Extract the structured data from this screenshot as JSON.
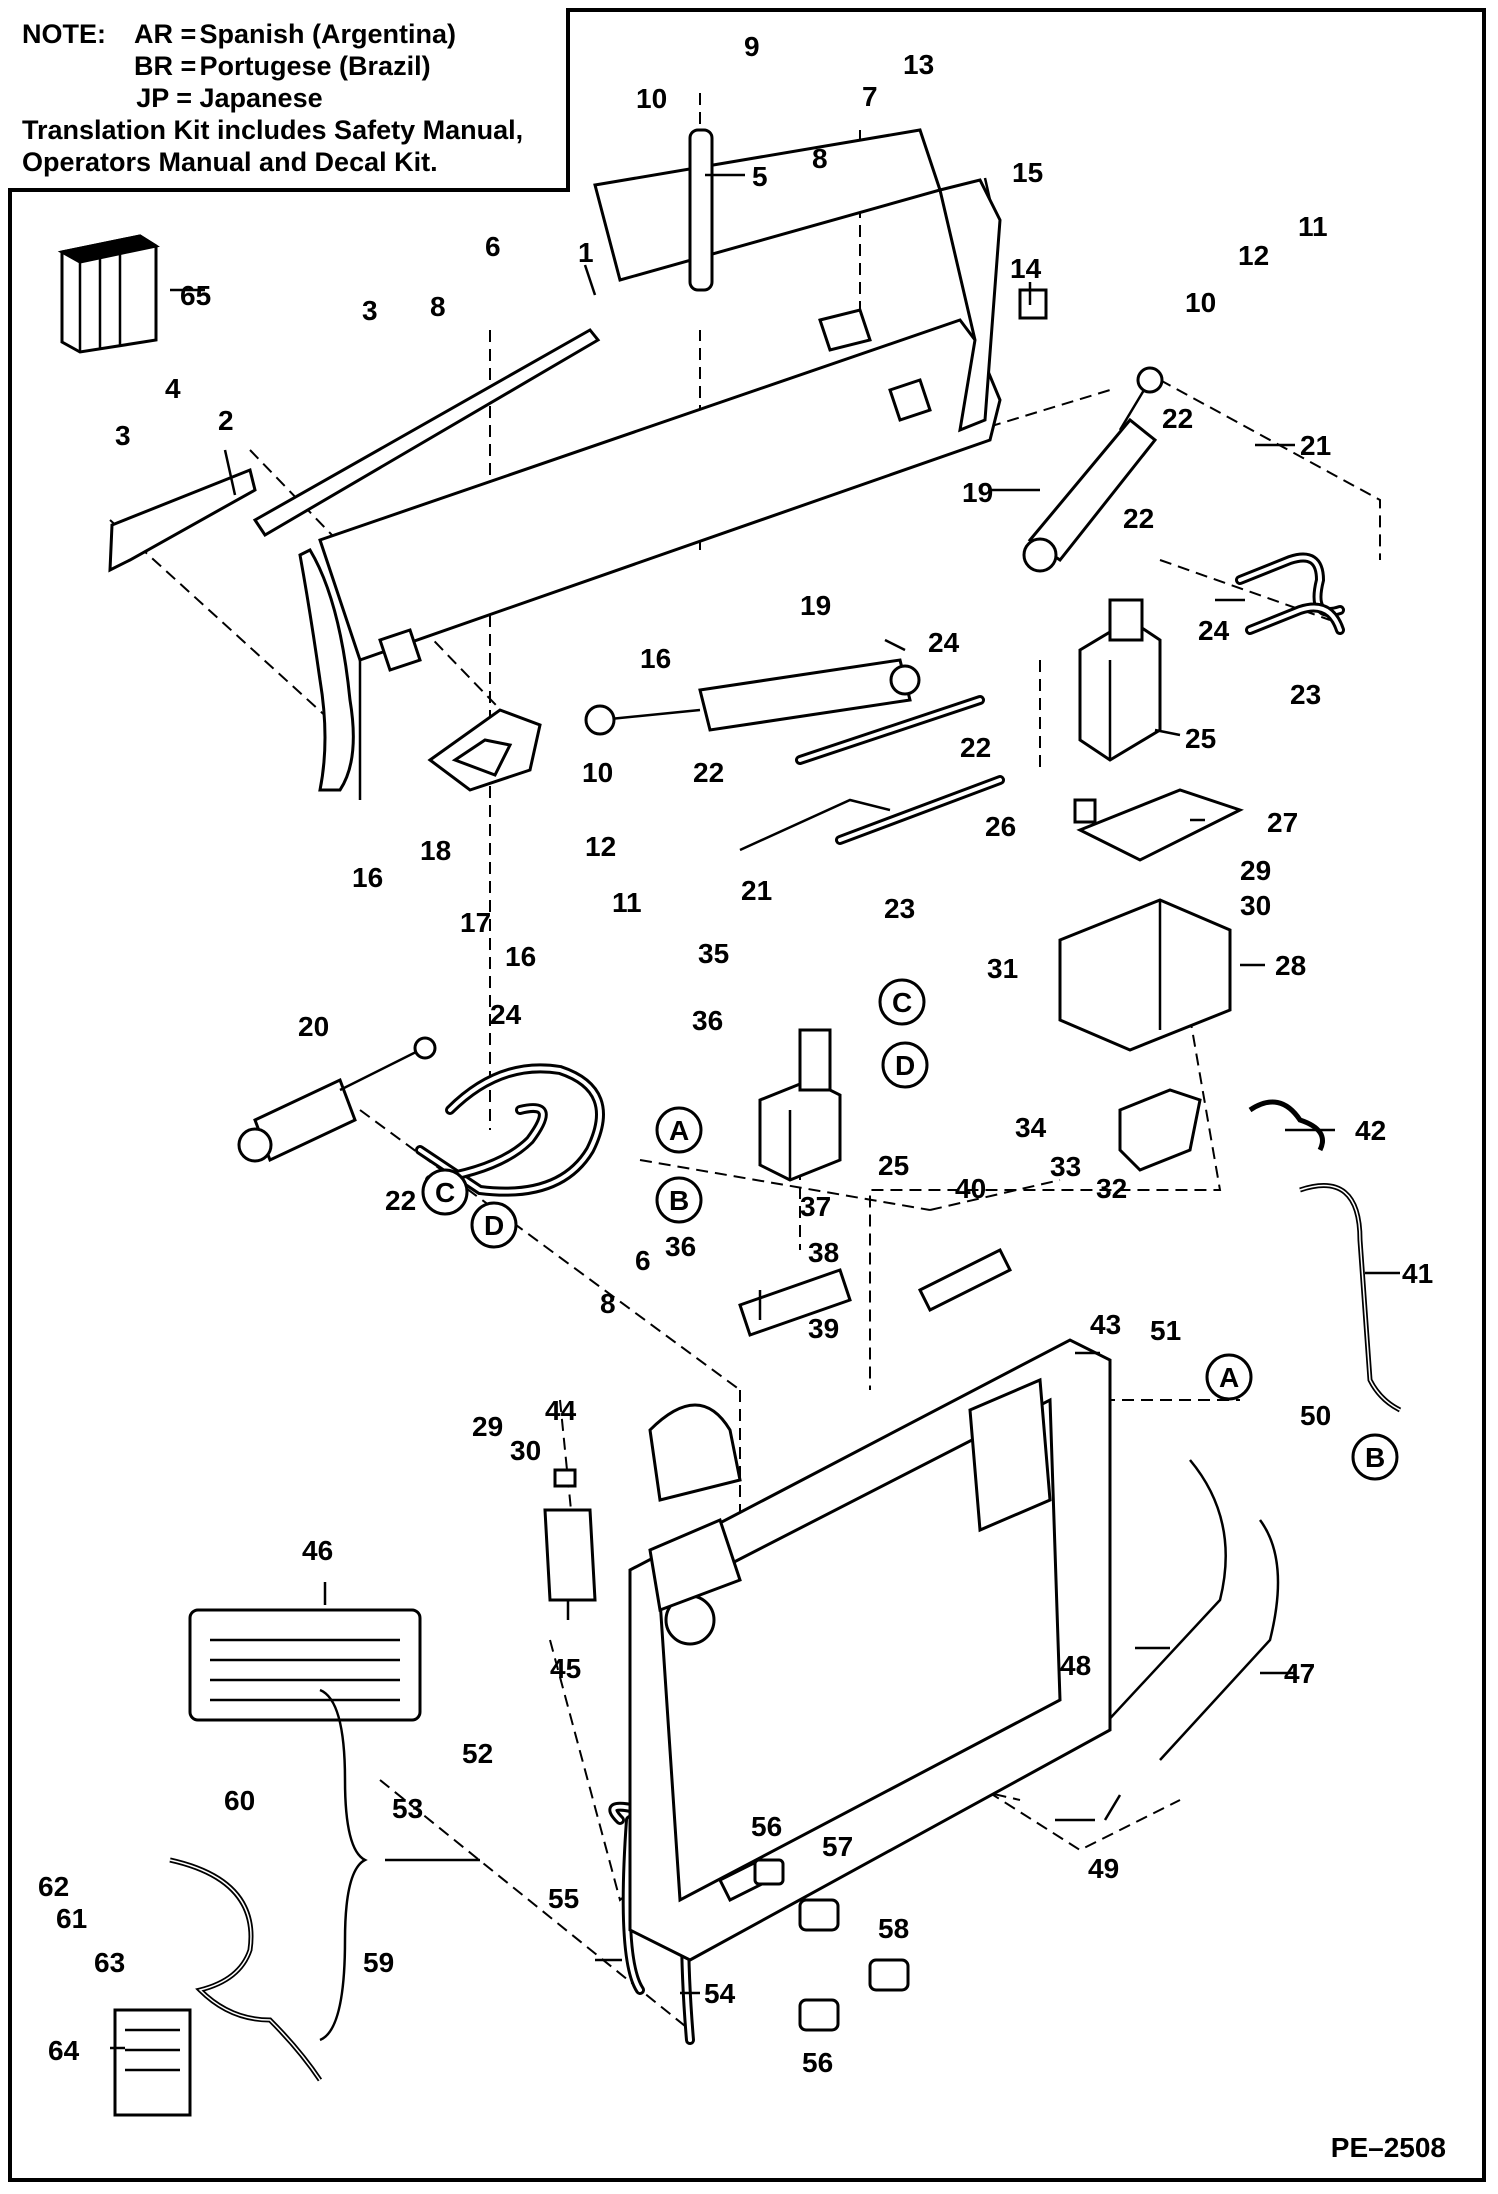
{
  "note": {
    "label": "NOTE:",
    "lines": [
      {
        "code": "AR =",
        "language": "Spanish (Argentina)"
      },
      {
        "code": "BR =",
        "language": "Portugese (Brazil)"
      },
      {
        "code": "JP =",
        "language": "Japanese"
      }
    ],
    "kit_line_1": "Translation Kit includes Safety Manual,",
    "kit_line_2": "Operators Manual and Decal Kit."
  },
  "drawing_id": "PE–2508",
  "callouts": {
    "c1": "1",
    "c2": "2",
    "c3a": "3",
    "c3b": "3",
    "c4": "4",
    "c5": "5",
    "c6a": "6",
    "c6b": "6",
    "c7": "7",
    "c8a": "8",
    "c8b": "8",
    "c8c": "8",
    "c9": "9",
    "c10a": "10",
    "c10b": "10",
    "c10c": "10",
    "c11a": "11",
    "c11b": "11",
    "c12a": "12",
    "c12b": "12",
    "c13": "13",
    "c14": "14",
    "c15": "15",
    "c16a": "16",
    "c16b": "16",
    "c16c": "16",
    "c17": "17",
    "c18": "18",
    "c19a": "19",
    "c19b": "19",
    "c20": "20",
    "c21a": "21",
    "c21b": "21",
    "c22a": "22",
    "c22b": "22",
    "c22c": "22",
    "c22d": "22",
    "c22e": "22",
    "c23a": "23",
    "c23b": "23",
    "c24a": "24",
    "c24b": "24",
    "c24c": "24",
    "c25a": "25",
    "c25b": "25",
    "c26": "26",
    "c27": "27",
    "c28": "28",
    "c29a": "29",
    "c29b": "29",
    "c30a": "30",
    "c30b": "30",
    "c31": "31",
    "c32": "32",
    "c33": "33",
    "c34": "34",
    "c35": "35",
    "c36a": "36",
    "c36b": "36",
    "c37": "37",
    "c38": "38",
    "c39": "39",
    "c40": "40",
    "c41": "41",
    "c42": "42",
    "c43": "43",
    "c44": "44",
    "c45": "45",
    "c46": "46",
    "c47": "47",
    "c48": "48",
    "c49": "49",
    "c50": "50",
    "c51": "51",
    "c52": "52",
    "c53": "53",
    "c54": "54",
    "c55": "55",
    "c56a": "56",
    "c56b": "56",
    "c57": "57",
    "c58": "58",
    "c59": "59",
    "c60": "60",
    "c61": "61",
    "c62": "62",
    "c63": "63",
    "c64": "64",
    "c65": "65"
  },
  "letters": {
    "A1": "A",
    "A2": "A",
    "B1": "B",
    "B2": "B",
    "C1": "C",
    "C2": "C",
    "D1": "D",
    "D2": "D"
  },
  "colors": {
    "ink": "#000000",
    "paper": "#ffffff"
  }
}
